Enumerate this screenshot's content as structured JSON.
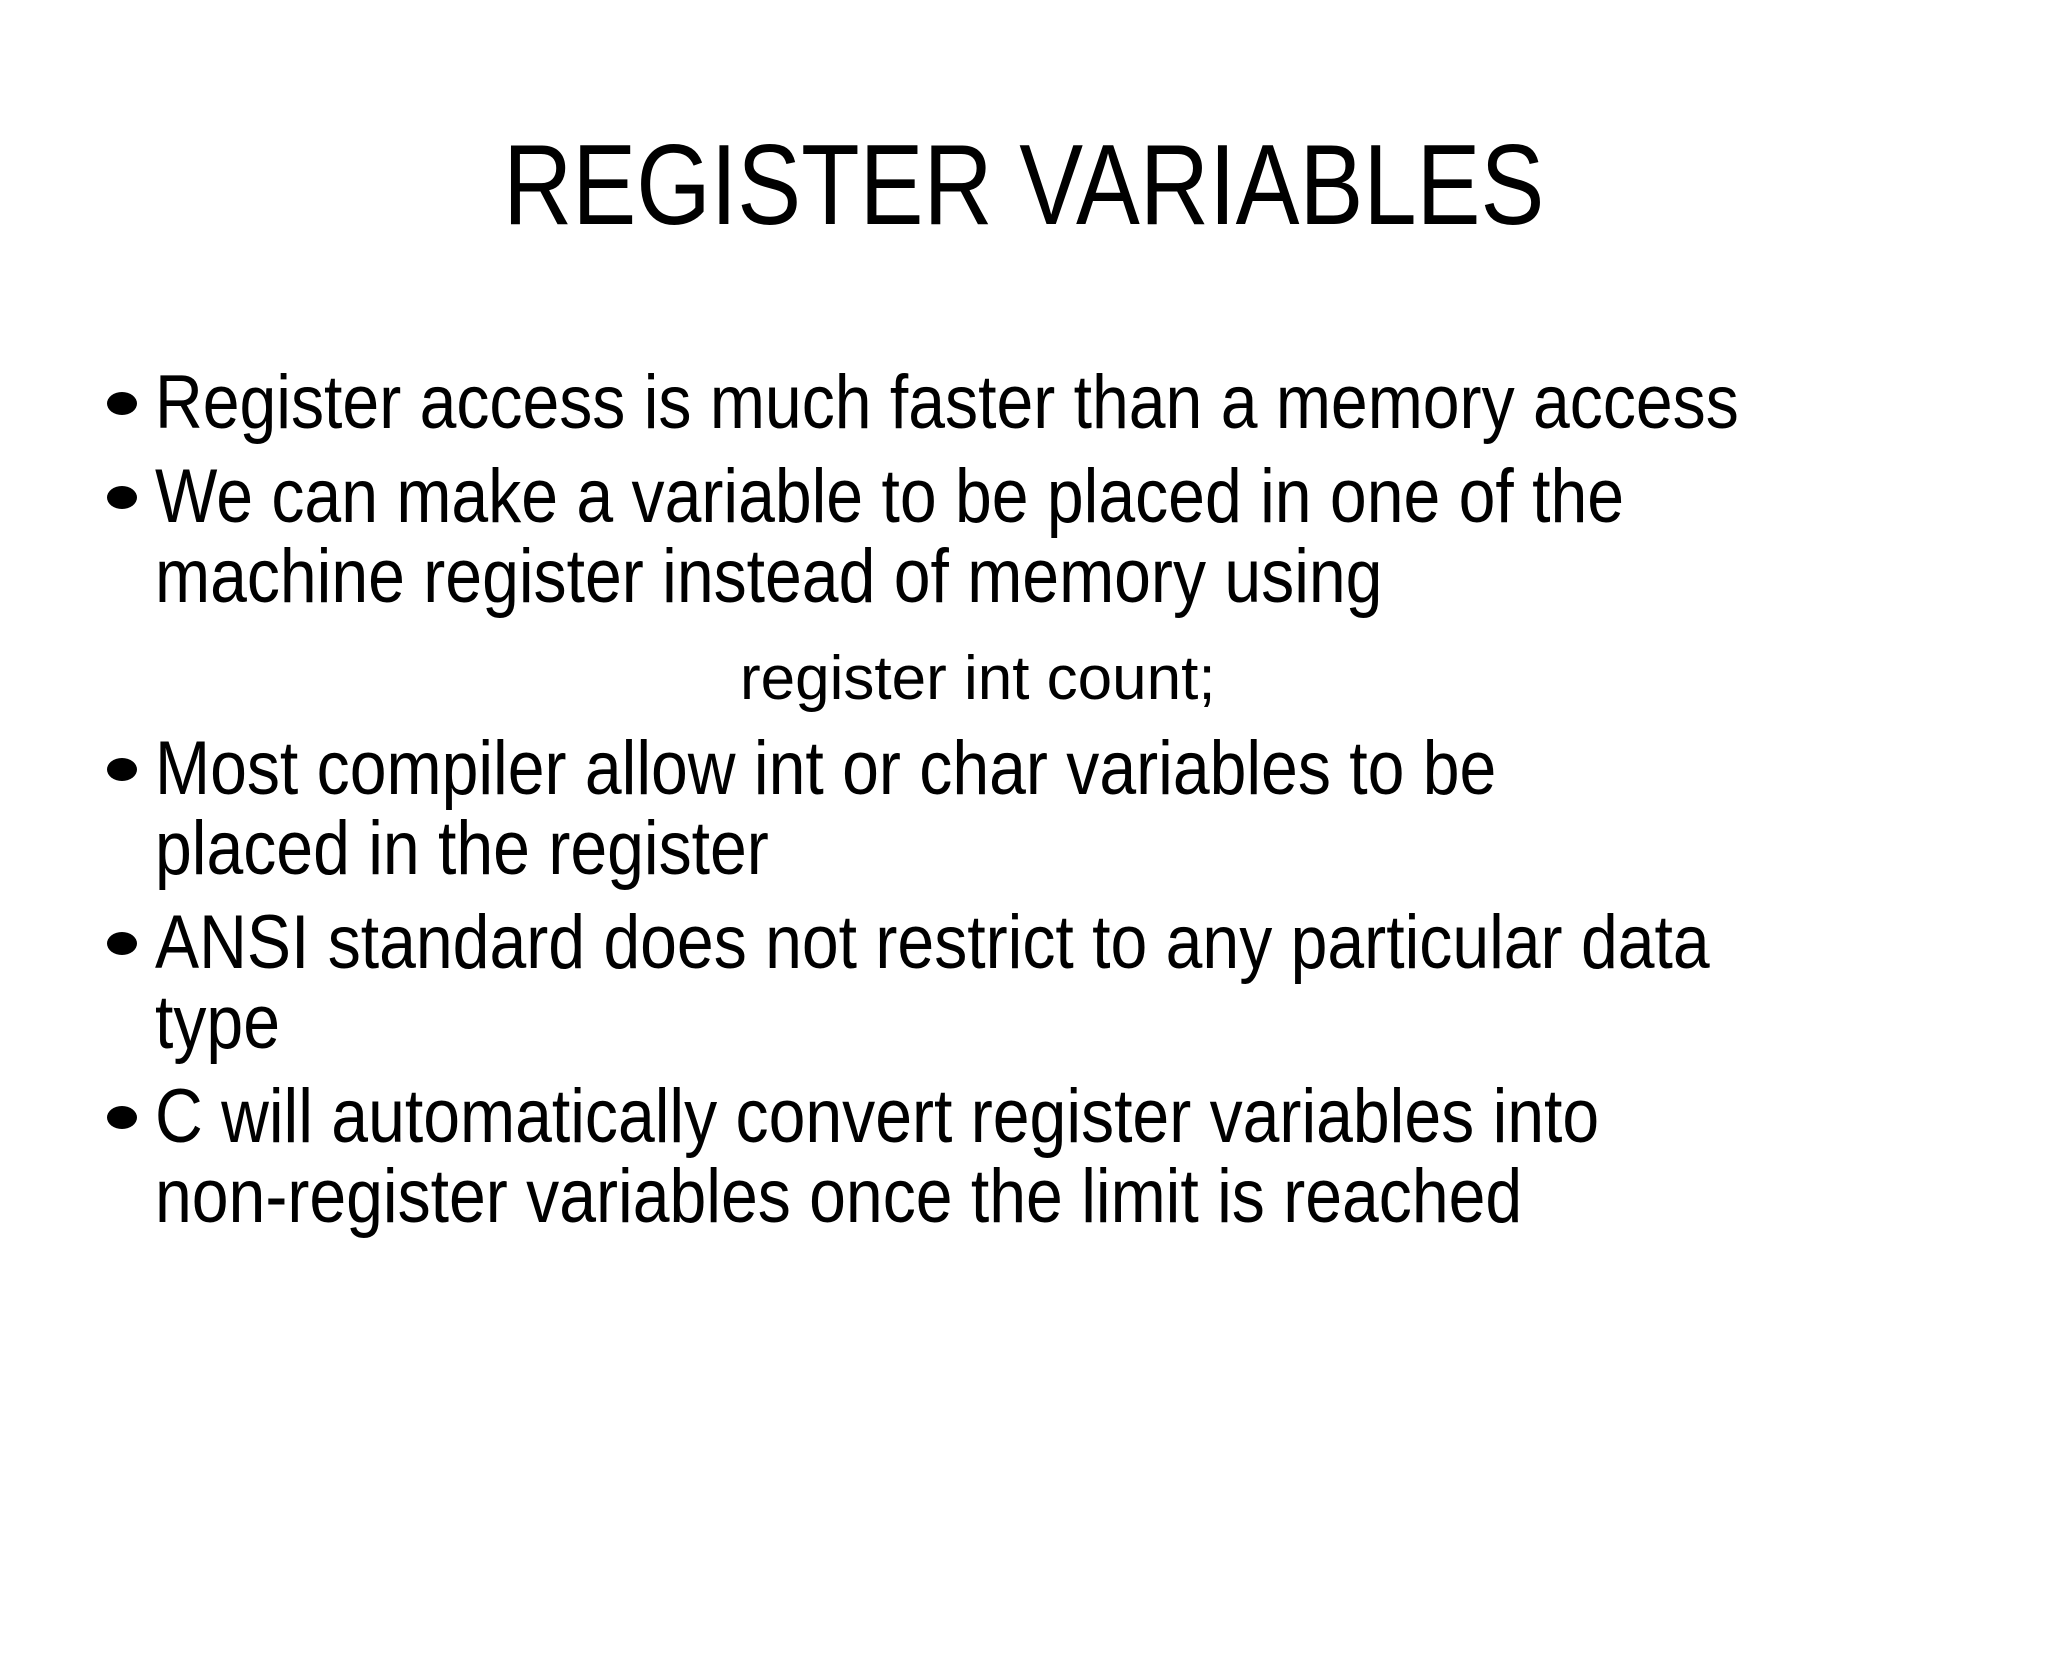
{
  "slide": {
    "title": "REGISTER VARIABLES",
    "items": [
      {
        "type": "bullet",
        "text": "Register access is much faster than a memory access"
      },
      {
        "type": "bullet",
        "text": "We can make a variable to be placed in one of the\nmachine register instead of memory using"
      },
      {
        "type": "code",
        "text": "register int count;"
      },
      {
        "type": "bullet",
        "text": "Most compiler allow int or char variables to be\nplaced in the register"
      },
      {
        "type": "bullet",
        "text": "ANSI standard does not restrict to any particular data\ntype"
      },
      {
        "type": "bullet",
        "text": "C will automatically convert register variables into\nnon-register variables once the limit is reached"
      }
    ],
    "colors": {
      "background": "#ffffff",
      "text": "#000000"
    }
  }
}
